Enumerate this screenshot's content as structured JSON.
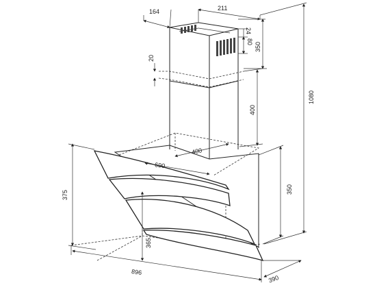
{
  "dimensions": {
    "chimney_depth": "164",
    "chimney_width": "211",
    "chimney_top_gap": "24",
    "vent_height": "80",
    "upper_chimney_height": "350",
    "overall_height": "1080",
    "overlap": "20",
    "lower_chimney_height": "400",
    "base_depth_inner": "400",
    "base_width_inner": "690",
    "hood_front_height": "375",
    "hood_side_height": "350",
    "inner_height": "365",
    "overall_width": "896",
    "overall_depth": "390"
  }
}
